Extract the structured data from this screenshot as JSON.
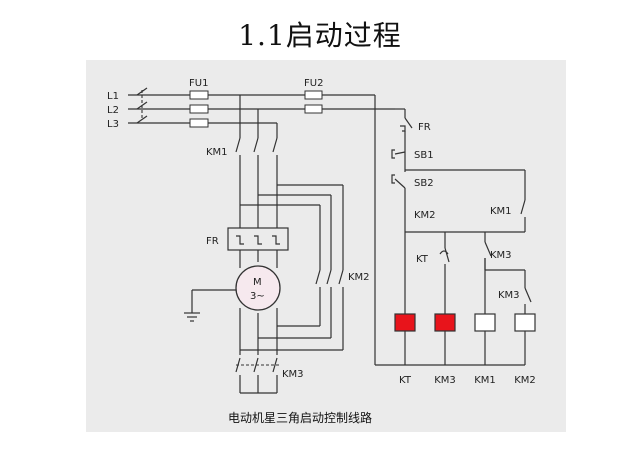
{
  "title": "1.1启动过程",
  "caption": "电动机星三角启动控制线路",
  "labels": {
    "L1": "L1",
    "L2": "L2",
    "L3": "L3",
    "FU1": "FU1",
    "FU2": "FU2",
    "KM1_main": "KM1",
    "FR_main": "FR",
    "motor_M": "M",
    "motor_3": "3~",
    "KM2_main": "KM2",
    "KM3_main": "KM3",
    "FR_ctrl": "FR",
    "SB1": "SB1",
    "SB2": "SB2",
    "KM2_ctrl": "KM2",
    "KM1_ctrl": "KM1",
    "KT_ctrl": "KT",
    "KM3_ctrl": "KM3",
    "KM3_ctrl2": "KM3"
  },
  "coils": [
    {
      "label": "KT",
      "color": "#e8141b"
    },
    {
      "label": "KM3",
      "color": "#e8141b"
    },
    {
      "label": "KM1",
      "color": "#ffffff"
    },
    {
      "label": "KM2",
      "color": "#ffffff"
    }
  ],
  "colors": {
    "panel": "#ebebeb",
    "wire": "#333333",
    "energized_coil": "#e8141b"
  }
}
